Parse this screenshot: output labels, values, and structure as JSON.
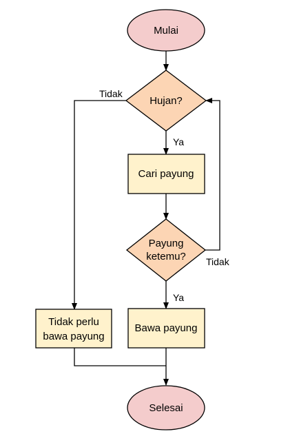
{
  "nodes": {
    "start": {
      "label": "Mulai"
    },
    "rain_decision": {
      "label": "Hujan?"
    },
    "find_umbrella": {
      "label": "Cari payung"
    },
    "found_decision": {
      "line1": "Payung",
      "line2": "ketemu?"
    },
    "bring_umbrella": {
      "label": "Bawa payung"
    },
    "no_umbrella": {
      "line1": "Tidak perlu",
      "line2": "bawa payung"
    },
    "end": {
      "label": "Selesai"
    }
  },
  "edges": {
    "rain_no": "Tidak",
    "rain_yes": "Ya",
    "found_no": "Tidak",
    "found_yes": "Ya"
  },
  "colors": {
    "terminal_fill": "#f4cccc",
    "decision_fill": "#fcd5b4",
    "process_fill": "#fff2cc",
    "stroke": "#000000"
  }
}
